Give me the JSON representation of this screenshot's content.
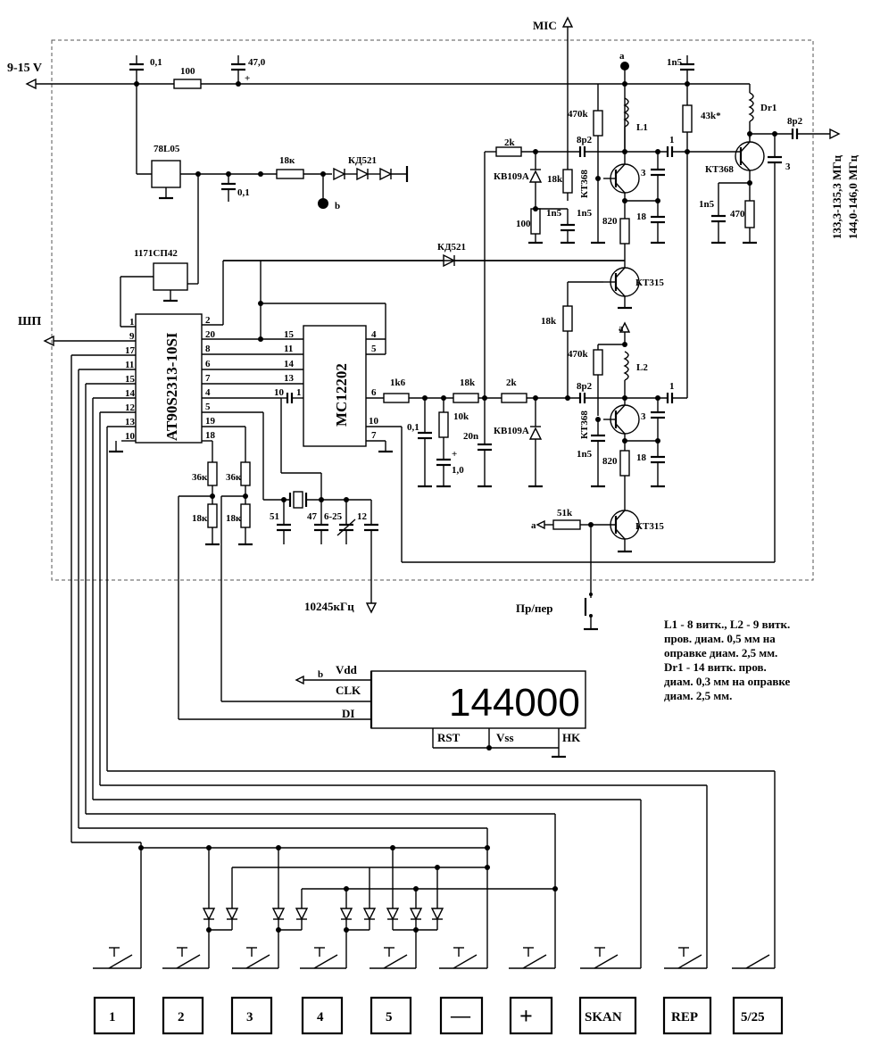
{
  "labels": {
    "supply": "9-15 V",
    "mic": "MIC",
    "c01_top": "0,1",
    "r100_top": "100",
    "c470_top": "47,0",
    "plus": "+",
    "reg": "78L05",
    "r18k_b": "18к",
    "kd521_a": "КД521",
    "node_b": "b",
    "c01_reg": "0,1",
    "sp": "1171СП42",
    "kd521_b": "КД521",
    "shp": "ШП",
    "mcu": "AT90S2313-10SI",
    "pll": "MC12202",
    "r1k6": "1k6",
    "r18k_f": "18k",
    "r2k_f": "2k",
    "r10k": "10k",
    "c01_f": "0,1",
    "c20n": "20n",
    "c10": "1,0",
    "vd_b": "КВ109А",
    "r36a": "36к",
    "r36b": "36к",
    "r18a": "18к",
    "r18b": "18к",
    "c51": "51",
    "c47": "47",
    "c625": "6-25",
    "c12": "12",
    "xtal": "10245кГц",
    "r51k": "51k",
    "node_a": "a",
    "kt315_a": "КТ315",
    "kt315_b": "КТ315",
    "sw": "Пр/пер",
    "r2k_a": "2k",
    "c8p2_a": "8p2",
    "vd_a": "КВ109А",
    "r18k_v": "18k",
    "kt368_a": "КТ368",
    "r100_v": "100",
    "c1n5_a": "1n5",
    "c1n5_b": "1n5",
    "r470k_a": "470k",
    "l1": "L1",
    "c3_a": "3",
    "c18_a": "18",
    "r820_a": "820",
    "c1_a": "1",
    "c1n5_top": "1n5",
    "r43k": "43k*",
    "dr1": "Dr1",
    "c8p2_out": "8p2",
    "kt368_out": "КТ368",
    "c3_out": "3",
    "c1n5_out": "1n5",
    "r470_out": "470",
    "freq1": "133,3-135,3 МГц",
    "freq2": "144,0-146,0 МГц",
    "r18k_mid": "18k",
    "r470k_b": "470k",
    "l2": "L2",
    "c8p2_b": "8p2",
    "kt368_b": "КТ368",
    "c1n5_c": "1n5",
    "c3_b": "3",
    "c18_b": "18",
    "r820_b": "820",
    "c1_b": "1",
    "vdd": "Vdd",
    "clk": "CLK",
    "di": "DI",
    "rst": "RST",
    "vss": "Vss",
    "hk": "HK",
    "display_value": "144000"
  },
  "mcu_pins": [
    "1",
    "9",
    "17",
    "11",
    "15",
    "14",
    "12",
    "13",
    "10",
    "2",
    "20",
    "8",
    "6",
    "7",
    "4",
    "5",
    "19",
    "18"
  ],
  "pll_pins": [
    "15",
    "11",
    "14",
    "13",
    "1",
    "10",
    "4",
    "5",
    "6",
    "10",
    "7"
  ],
  "notes": [
    "L1 - 8 витк., L2 - 9 витк.",
    "пров. диам. 0,5 мм на",
    "оправке диам. 2,5 мм.",
    "Dr1 - 14 витк. пров.",
    "диам. 0,3 мм на оправке",
    "диам. 2,5 мм."
  ],
  "keys": [
    "1",
    "2",
    "3",
    "4",
    "5",
    "—",
    "+",
    "SKAN",
    "REP",
    "5/25"
  ]
}
